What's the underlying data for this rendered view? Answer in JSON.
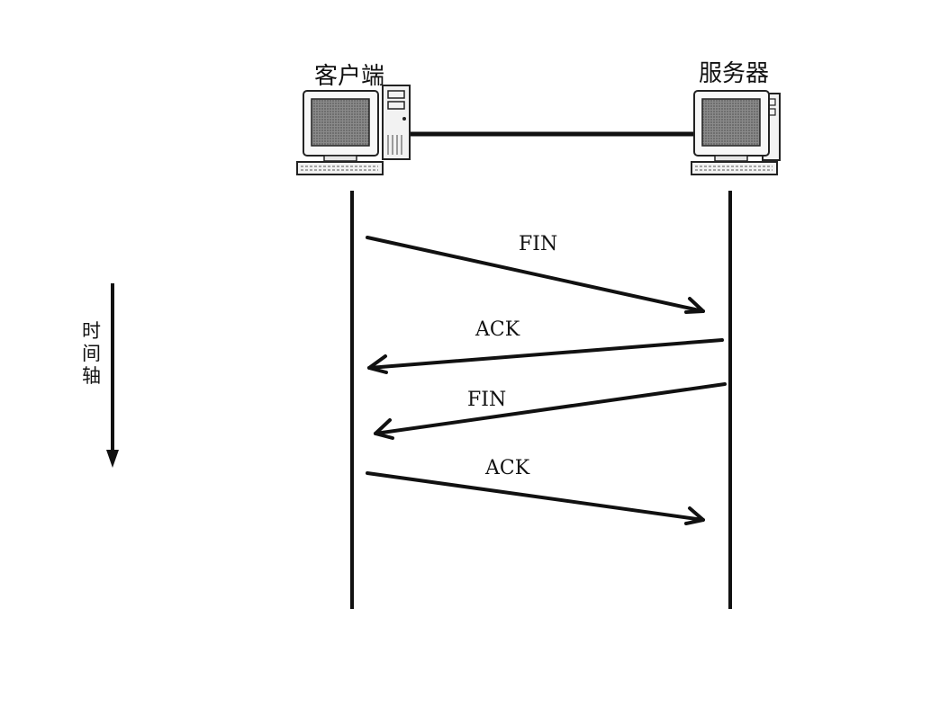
{
  "nodes": {
    "client": {
      "label": "客户端"
    },
    "server": {
      "label": "服务器"
    }
  },
  "messages": [
    {
      "label": "FIN",
      "from": "client",
      "to": "server"
    },
    {
      "label": "ACK",
      "from": "server",
      "to": "client"
    },
    {
      "label": "FIN",
      "from": "server",
      "to": "client"
    },
    {
      "label": "ACK",
      "from": "client",
      "to": "server"
    }
  ],
  "time_axis": {
    "label": "时间轴"
  }
}
